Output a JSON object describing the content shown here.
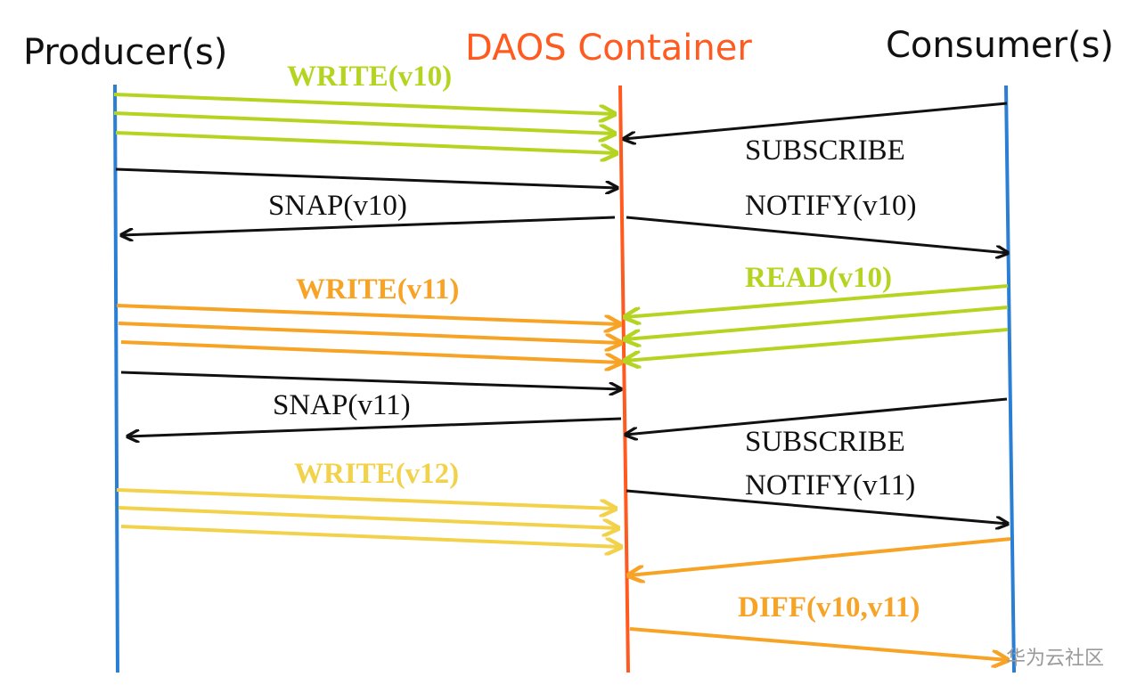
{
  "colors": {
    "lifeline_blue": "#2a7fd4",
    "lifeline_orange": "#ff5a1f",
    "black": "#111111",
    "green": "#b5d422",
    "orange": "#f7a326",
    "yellow": "#f2d24a",
    "watermark": "#9a9a9a"
  },
  "headers": {
    "producer": "Producer(s)",
    "container": "DAOS Container",
    "consumer": "Consumer(s)"
  },
  "labels": {
    "write_v10": "WRITE(v10)",
    "subscribe_1": "SUBSCRIBE",
    "snap_v10": "SNAP(v10)",
    "notify_v10": "NOTIFY(v10)",
    "write_v11": "WRITE(v11)",
    "read_v10": "READ(v10)",
    "snap_v11": "SNAP(v11)",
    "subscribe_2": "SUBSCRIBE",
    "write_v12": "WRITE(v12)",
    "notify_v11": "NOTIFY(v11)",
    "diff": "DIFF(v10,v11)"
  },
  "watermark": "华为云社区"
}
